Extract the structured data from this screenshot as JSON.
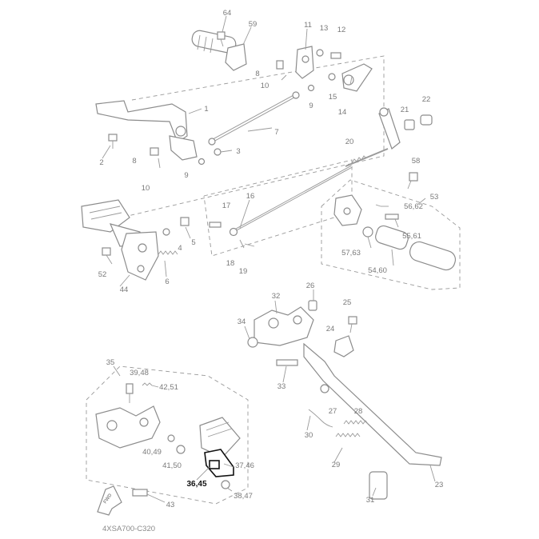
{
  "diagram": {
    "drawing_code": "4XSA700-C320",
    "fwd_label": "FWD",
    "highlighted_callout": "36,45",
    "callouts": [
      "64",
      "59",
      "11",
      "13",
      "12",
      "8",
      "10",
      "15",
      "9",
      "14",
      "1",
      "7",
      "21",
      "22",
      "2",
      "8",
      "3",
      "9",
      "10",
      "20",
      "58",
      "16",
      "53",
      "17",
      "56,62",
      "55,61",
      "5",
      "4",
      "57,63",
      "54,60",
      "52",
      "44",
      "6",
      "18",
      "19",
      "32",
      "26",
      "25",
      "34",
      "24",
      "33",
      "35",
      "39,48",
      "42,51",
      "27",
      "30",
      "28",
      "40,49",
      "41,50",
      "37,46",
      "36,45",
      "29",
      "38,47",
      "43",
      "31",
      "23"
    ]
  }
}
